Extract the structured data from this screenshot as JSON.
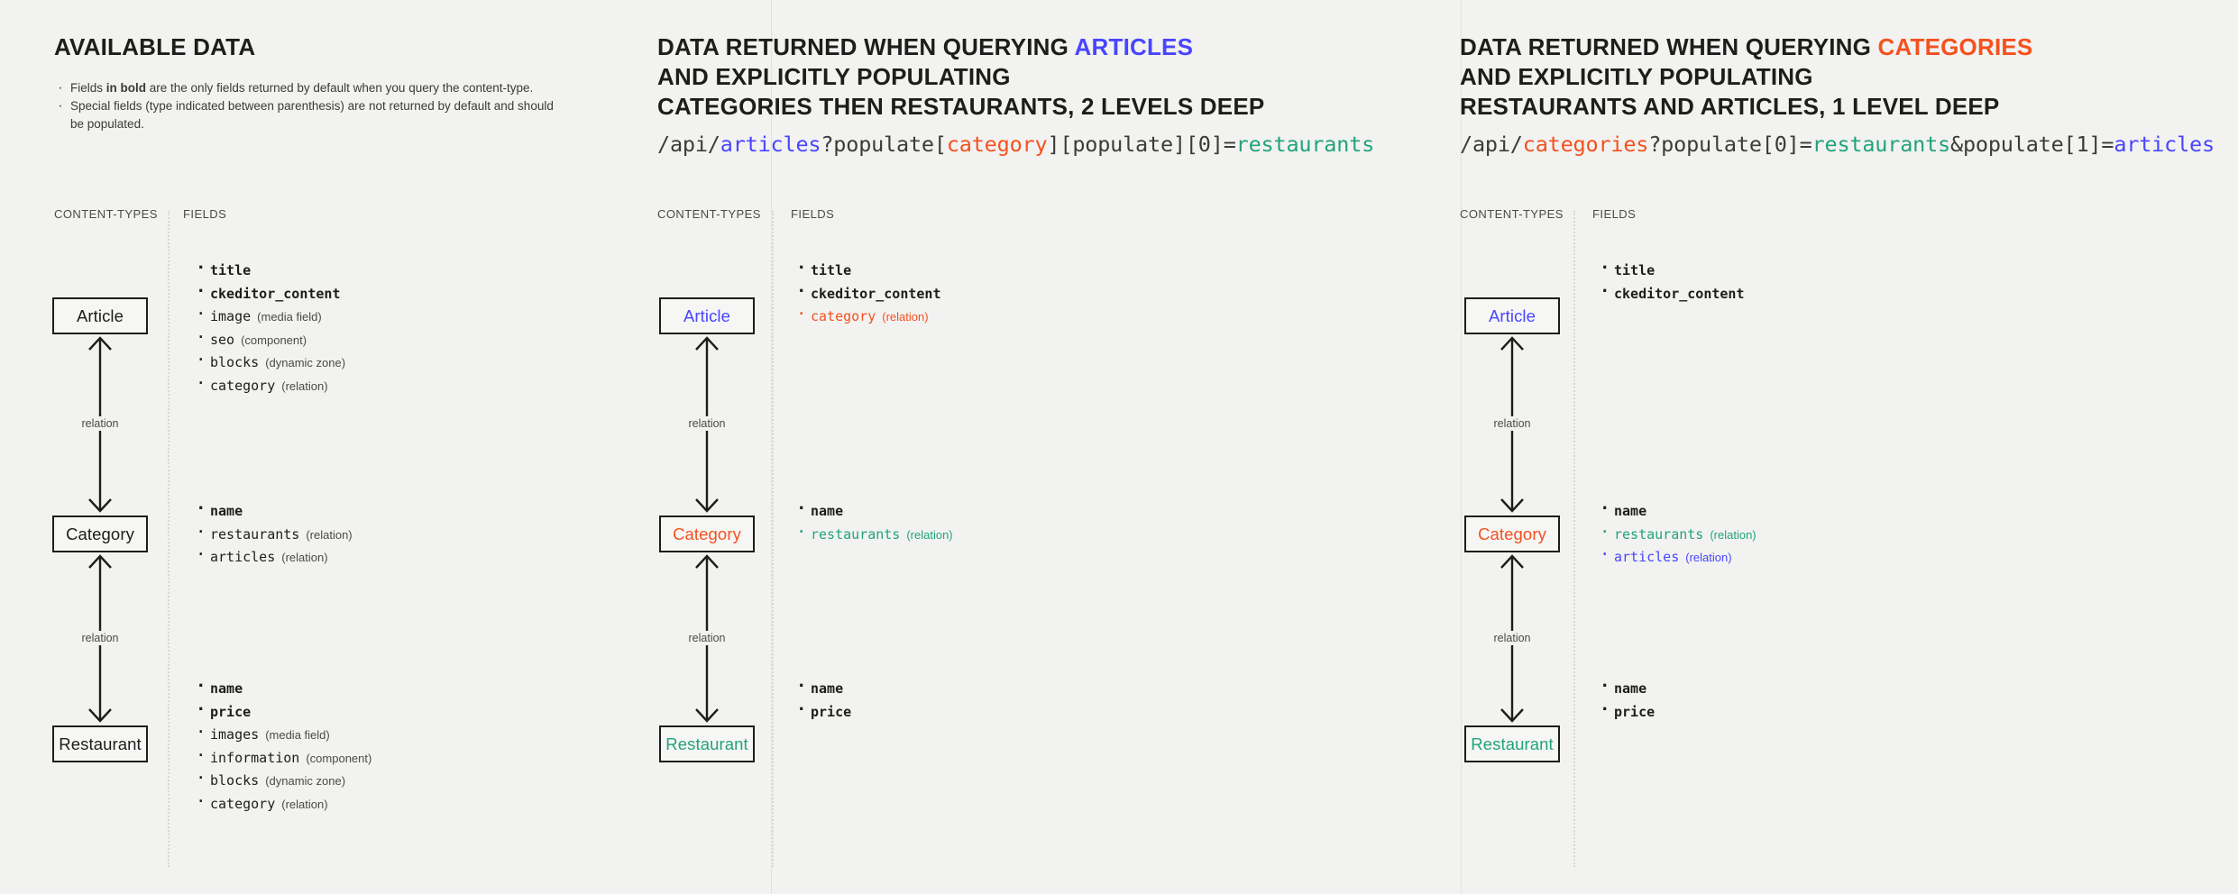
{
  "columns": [
    {
      "id": "available-data",
      "heading_lines": [
        {
          "parts": [
            {
              "text": "AVAILABLE DATA",
              "color": "default"
            }
          ]
        }
      ],
      "notes": [
        "Fields in bold are the only fields returned by default when you query the content-type.",
        "Special fields (type indicated between parenthesis) are not returned by default and should be populated."
      ],
      "note_bold_fragment": "in bold",
      "api_url": null,
      "sub_headers": {
        "content_types": "CONTENT-TYPES",
        "fields": "FIELDS"
      },
      "entities": [
        {
          "name": "Article",
          "color": "default"
        },
        {
          "name": "Category",
          "color": "default"
        },
        {
          "name": "Restaurant",
          "color": "default"
        }
      ],
      "relations": [
        "relation",
        "relation"
      ],
      "field_groups": [
        {
          "entity": "Article",
          "rows": [
            {
              "name": "title",
              "type": "",
              "bold": true,
              "color": "default"
            },
            {
              "name": "ckeditor_content",
              "type": "",
              "bold": true,
              "color": "default"
            },
            {
              "name": "image",
              "type": "(media field)",
              "bold": false,
              "color": "default"
            },
            {
              "name": "seo",
              "type": "(component)",
              "bold": false,
              "color": "default"
            },
            {
              "name": "blocks",
              "type": "(dynamic zone)",
              "bold": false,
              "color": "default"
            },
            {
              "name": "category",
              "type": "(relation)",
              "bold": false,
              "color": "default"
            }
          ]
        },
        {
          "entity": "Category",
          "rows": [
            {
              "name": "name",
              "type": "",
              "bold": true,
              "color": "default"
            },
            {
              "name": "restaurants",
              "type": "(relation)",
              "bold": false,
              "color": "default"
            },
            {
              "name": "articles",
              "type": "(relation)",
              "bold": false,
              "color": "default"
            }
          ]
        },
        {
          "entity": "Restaurant",
          "rows": [
            {
              "name": "name",
              "type": "",
              "bold": true,
              "color": "default"
            },
            {
              "name": "price",
              "type": "",
              "bold": true,
              "color": "default"
            },
            {
              "name": "images",
              "type": "(media field)",
              "bold": false,
              "color": "default"
            },
            {
              "name": "information",
              "type": "(component)",
              "bold": false,
              "color": "default"
            },
            {
              "name": "blocks",
              "type": "(dynamic zone)",
              "bold": false,
              "color": "default"
            },
            {
              "name": "category",
              "type": "(relation)",
              "bold": false,
              "color": "default"
            }
          ]
        }
      ]
    },
    {
      "id": "query-articles",
      "heading_lines": [
        {
          "parts": [
            {
              "text": "DATA RETURNED WHEN QUERYING ",
              "color": "default"
            },
            {
              "text": "ARTICLES",
              "color": "blue"
            }
          ]
        },
        {
          "parts": [
            {
              "text": "AND EXPLICITLY POPULATING",
              "color": "default"
            }
          ]
        },
        {
          "parts": [
            {
              "text": "CATEGORIES THEN RESTAURANTS, 2 LEVELS DEEP",
              "color": "default"
            }
          ]
        }
      ],
      "notes": [],
      "api_url": [
        {
          "text": "/api/",
          "color": "default"
        },
        {
          "text": "articles",
          "color": "blue"
        },
        {
          "text": "?populate[",
          "color": "default"
        },
        {
          "text": "category",
          "color": "red"
        },
        {
          "text": "][populate][0]=",
          "color": "default"
        },
        {
          "text": "restaurants",
          "color": "green"
        }
      ],
      "sub_headers": {
        "content_types": "CONTENT-TYPES",
        "fields": "FIELDS"
      },
      "entities": [
        {
          "name": "Article",
          "color": "blue"
        },
        {
          "name": "Category",
          "color": "red"
        },
        {
          "name": "Restaurant",
          "color": "green"
        }
      ],
      "relations": [
        "relation",
        "relation"
      ],
      "field_groups": [
        {
          "entity": "Article",
          "rows": [
            {
              "name": "title",
              "type": "",
              "bold": true,
              "color": "default"
            },
            {
              "name": "ckeditor_content",
              "type": "",
              "bold": true,
              "color": "default"
            },
            {
              "name": "category",
              "type": "(relation)",
              "bold": false,
              "color": "red"
            }
          ]
        },
        {
          "entity": "Category",
          "rows": [
            {
              "name": "name",
              "type": "",
              "bold": true,
              "color": "default"
            },
            {
              "name": "restaurants",
              "type": "(relation)",
              "bold": false,
              "color": "green"
            }
          ]
        },
        {
          "entity": "Restaurant",
          "rows": [
            {
              "name": "name",
              "type": "",
              "bold": true,
              "color": "default"
            },
            {
              "name": "price",
              "type": "",
              "bold": true,
              "color": "default"
            }
          ]
        }
      ]
    },
    {
      "id": "query-categories",
      "heading_lines": [
        {
          "parts": [
            {
              "text": "DATA RETURNED WHEN QUERYING ",
              "color": "default"
            },
            {
              "text": "CATEGORIES",
              "color": "red"
            }
          ]
        },
        {
          "parts": [
            {
              "text": "AND EXPLICITLY POPULATING",
              "color": "default"
            }
          ]
        },
        {
          "parts": [
            {
              "text": "RESTAURANTS AND ARTICLES, 1 LEVEL DEEP",
              "color": "default"
            }
          ]
        }
      ],
      "notes": [],
      "api_url": [
        {
          "text": "/api/",
          "color": "default"
        },
        {
          "text": "categories",
          "color": "red"
        },
        {
          "text": "?populate[0]=",
          "color": "default"
        },
        {
          "text": "restaurants",
          "color": "green"
        },
        {
          "text": "&populate[1]=",
          "color": "default"
        },
        {
          "text": "articles",
          "color": "blue"
        }
      ],
      "sub_headers": {
        "content_types": "CONTENT-TYPES",
        "fields": "FIELDS"
      },
      "entities": [
        {
          "name": "Article",
          "color": "blue"
        },
        {
          "name": "Category",
          "color": "red"
        },
        {
          "name": "Restaurant",
          "color": "green"
        }
      ],
      "relations": [
        "relation",
        "relation"
      ],
      "field_groups": [
        {
          "entity": "Article",
          "rows": [
            {
              "name": "title",
              "type": "",
              "bold": true,
              "color": "default"
            },
            {
              "name": "ckeditor_content",
              "type": "",
              "bold": true,
              "color": "default"
            }
          ]
        },
        {
          "entity": "Category",
          "rows": [
            {
              "name": "name",
              "type": "",
              "bold": true,
              "color": "default"
            },
            {
              "name": "restaurants",
              "type": "(relation)",
              "bold": false,
              "color": "green"
            },
            {
              "name": "articles",
              "type": "(relation)",
              "bold": false,
              "color": "blue"
            }
          ]
        },
        {
          "entity": "Restaurant",
          "rows": [
            {
              "name": "name",
              "type": "",
              "bold": true,
              "color": "default"
            },
            {
              "name": "price",
              "type": "",
              "bold": true,
              "color": "default"
            }
          ]
        }
      ]
    }
  ],
  "palette": {
    "background": "#f2f2f1",
    "text": "#1d1d1b",
    "blue": "#4945ff",
    "red": "#f4511e",
    "green": "#22a37a",
    "muted": "#4a4a48"
  }
}
